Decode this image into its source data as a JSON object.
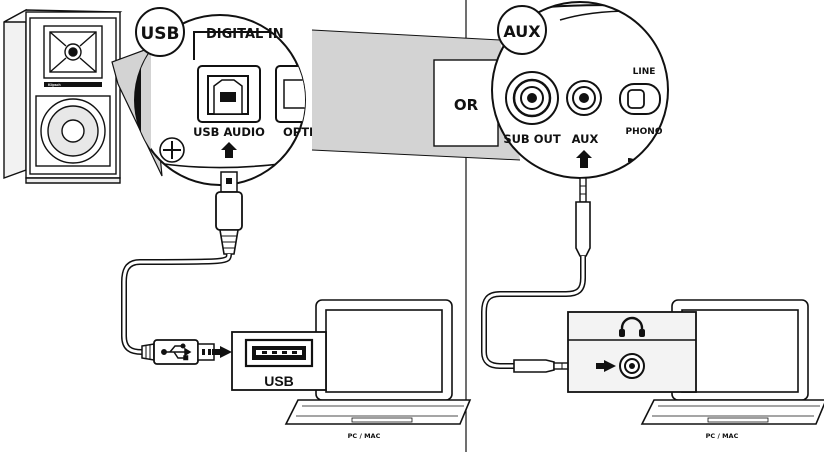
{
  "labels": {
    "usb_badge": "USB",
    "digital_in": "DIGITAL IN",
    "usb_audio": "USB AUDIO",
    "optical": "OPTIC",
    "or": "OR",
    "aux_badge": "AUX",
    "sub_out": "SUB OUT",
    "aux": "AUX",
    "line": "LINE",
    "phono": "PHONO",
    "usb_port": "USB",
    "pc_mac_left": "PC / MAC",
    "pc_mac_right": "PC / MAC",
    "speaker_brand": "Klipsch"
  },
  "icons": {
    "usb_symbol": "usb-trident-icon",
    "headphones": "headphones-icon",
    "ground": "ground-screw-icon",
    "arrow": "arrow-icon"
  },
  "colors": {
    "ink": "#111111",
    "callout_gray": "#d3d3d3",
    "panel_bg": "#f3f3f3",
    "paper": "#ffffff"
  }
}
